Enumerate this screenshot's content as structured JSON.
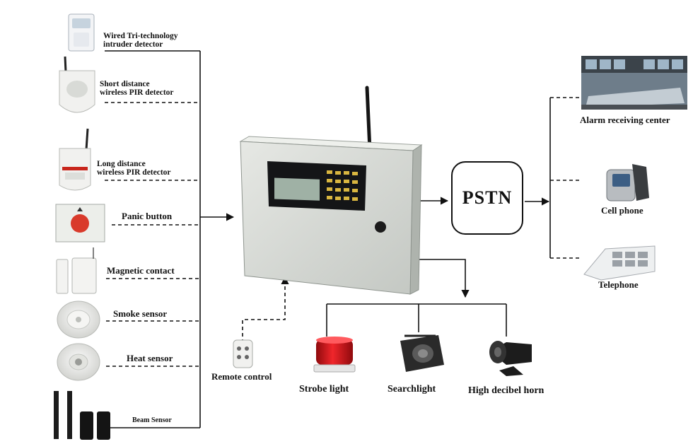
{
  "diagram": {
    "hub": {
      "node": "PSTN"
    },
    "detectors": [
      {
        "label": [
          "Wired Tri-technology",
          "intruder detector"
        ],
        "icon": "wired-detector-icon"
      },
      {
        "label": [
          "Short distance",
          "wireless PIR detector"
        ],
        "icon": "pir-detector-icon"
      },
      {
        "label": [
          "Long distance",
          "wireless PIR detector"
        ],
        "icon": "pir-detector-long-icon"
      },
      {
        "label": [
          "Panic button"
        ],
        "icon": "panic-button-icon"
      },
      {
        "label": [
          "Magnetic contact"
        ],
        "icon": "magnetic-contact-icon"
      },
      {
        "label": [
          "Smoke sensor"
        ],
        "icon": "smoke-sensor-icon"
      },
      {
        "label": [
          "Heat sensor"
        ],
        "icon": "heat-sensor-icon"
      },
      {
        "label": [
          "Beam Sensor"
        ],
        "icon": "beam-sensor-icon"
      }
    ],
    "remote": {
      "label": "Remote control",
      "icon": "remote-control-icon"
    },
    "outputs": [
      {
        "label": "Strobe light",
        "icon": "strobe-light-icon"
      },
      {
        "label": "Searchlight",
        "icon": "searchlight-icon"
      },
      {
        "label": "High decibel horn",
        "icon": "horn-icon"
      }
    ],
    "receivers": [
      {
        "label": "Alarm receiving center",
        "icon": "control-room-icon"
      },
      {
        "label": "Cell phone",
        "icon": "cell-phone-icon"
      },
      {
        "label": "Telephone",
        "icon": "telephone-icon"
      }
    ],
    "colors": {
      "line": "#111111",
      "panel": "#d9dcd8",
      "panic": "#d93a2b",
      "strobe": "#d8161b"
    }
  }
}
